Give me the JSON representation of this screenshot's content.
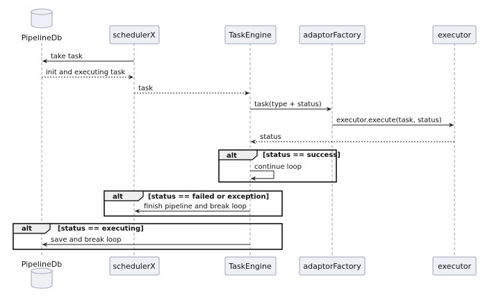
{
  "participants": {
    "pipelinedb": "PipelineDb",
    "schedulerx": "schedulerX",
    "taskengine": "TaskEngine",
    "adaptorfactory": "adaptorFactory",
    "executor": "executor"
  },
  "messages": {
    "take_task": "take task",
    "init_task": "init and executing task",
    "task": "task",
    "task_type_status": "task(type + status)",
    "executor_execute": "executor.execute(task, status)",
    "status": "status",
    "continue_loop": "continue loop",
    "finish_pipeline": "finish pipeline and break loop",
    "save_break": "save and break loop"
  },
  "fragments": {
    "alt_success": {
      "keyword": "alt",
      "guard": "[status == success]"
    },
    "alt_failed": {
      "keyword": "alt",
      "guard": "[status == failed or exception]"
    },
    "alt_executing": {
      "keyword": "alt",
      "guard": "[status == executing]"
    }
  }
}
